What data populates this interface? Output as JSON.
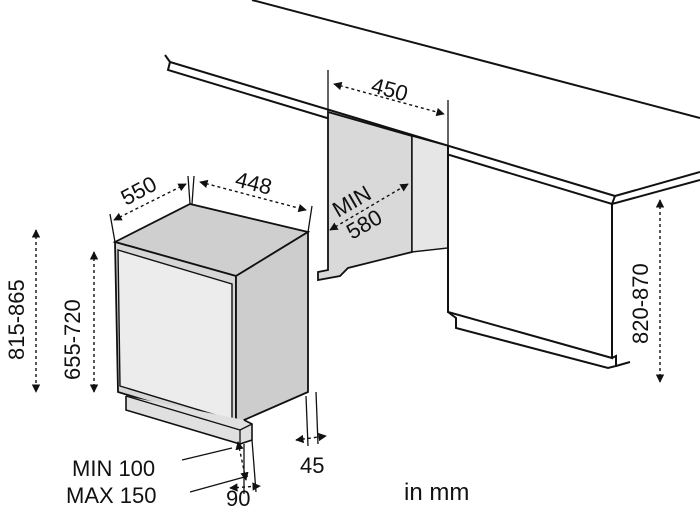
{
  "dimensions": {
    "niche_width": "450",
    "unit_depth": "550",
    "unit_width": "448",
    "min_depth_label": "MIN",
    "min_depth_value": "580",
    "height_total": "815-865",
    "height_door": "655-720",
    "height_cabinet": "820-870",
    "plinth_min": "MIN 100",
    "plinth_max": "MAX 150",
    "plinth_depth": "90",
    "toe_kick": "45",
    "units": "in mm"
  },
  "colors": {
    "niche_fill": "#d9d9d9",
    "unit_fill": "#d6d6d6",
    "line": "#111111"
  }
}
